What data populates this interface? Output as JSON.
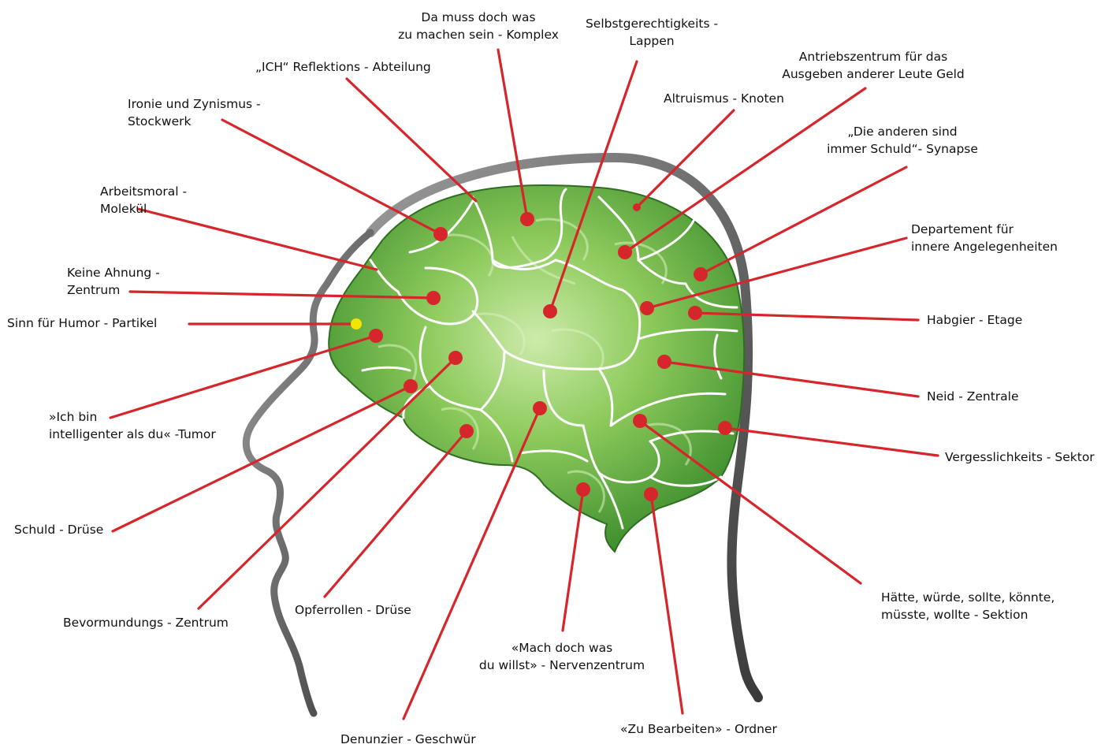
{
  "labels": {
    "komplex": "Da muss doch was\nzu machen sein - Komplex",
    "lappen": "Selbstgerechtigkeits -\nLappen",
    "ich": "„ICH“ Reflektions - Abteilung",
    "antrieb": "Antriebszentrum für das\nAusgeben anderer Leute Geld",
    "ironie": "Ironie und Zynismus -\nStockwerk",
    "altruismus": "Altruismus - Knoten",
    "anderen": "„Die anderen sind\nimmer Schuld“- Synapse",
    "arbeitsmoral": "Arbeitsmoral -\nMolekül",
    "departement": "Departement für\ninnere Angelegenheiten",
    "ahnung": "Keine Ahnung -\nZentrum",
    "humor": "Sinn für Humor - Partikel",
    "habgier": "Habgier - Etage",
    "neid": "Neid - Zentrale",
    "tumor": "»Ich bin\nintelligenter als du« -Tumor",
    "vergesslichkeit": "Vergesslichkeits - Sektor",
    "schuld": "Schuld - Drüse",
    "haette": "Hätte, würde, sollte, könnte,\nmüsste, wollte - Sektion",
    "bevormundung": "Bevormundungs - Zentrum",
    "opferrollen": "Opferrollen - Drüse",
    "mach": "«Mach doch was\ndu willst» - Nervenzentrum",
    "ordner": "«Zu Bearbeiten» - Ordner",
    "denunzier": "Denunzier - Geschwür"
  },
  "colors": {
    "line": "#d7262b",
    "dot": "#d7262b",
    "humor_dot": "#f2e600",
    "brain_light": "#b6e08a",
    "brain_mid": "#7cc04e",
    "brain_dark": "#3e8a2c",
    "head_outline": "#6e6e6e",
    "vein": "#ffffff"
  }
}
